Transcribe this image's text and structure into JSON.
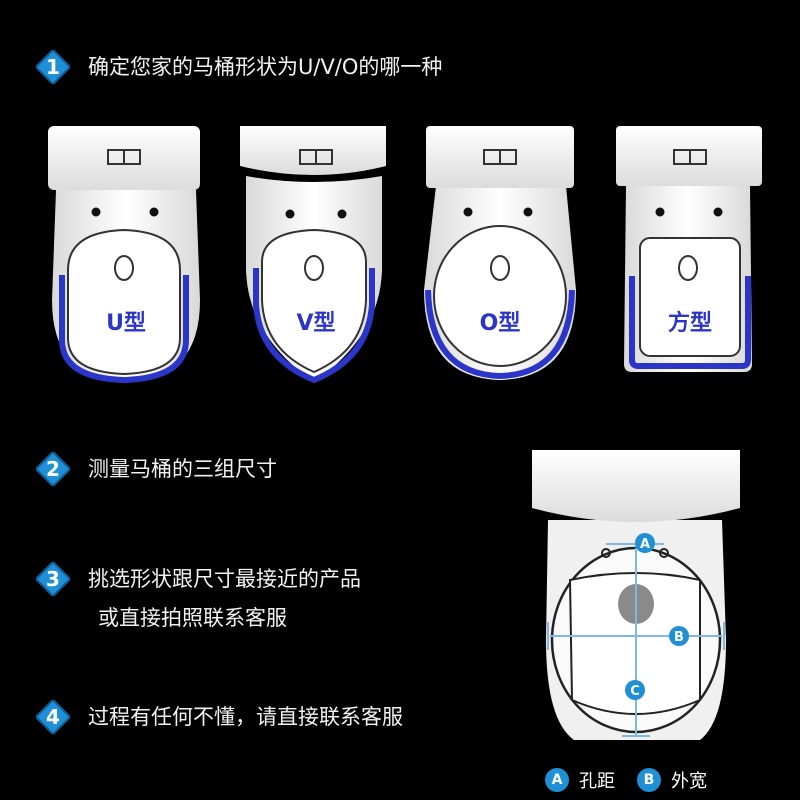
{
  "steps": [
    {
      "num": "1",
      "text": "确定您家的马桶形状为U/V/O的哪一种"
    },
    {
      "num": "2",
      "text": "测量马桶的三组尺寸"
    },
    {
      "num": "3",
      "text": "挑选形状跟尺寸最接近的产品",
      "text2": "或直接拍照联系客服"
    },
    {
      "num": "4",
      "text": "过程有任何不懂，请直接联系客服"
    }
  ],
  "shapes": [
    {
      "label": "U型"
    },
    {
      "label": "V型"
    },
    {
      "label": "O型"
    },
    {
      "label": "方型"
    }
  ],
  "measure": {
    "a": "A",
    "b": "B",
    "c": "C"
  },
  "legend": [
    {
      "badge": "A",
      "text": "孔距"
    },
    {
      "badge": "B",
      "text": "外宽"
    }
  ],
  "colors": {
    "accent": "#1f8fd6",
    "seat_outline": "#2b35c8",
    "background": "#000000"
  }
}
